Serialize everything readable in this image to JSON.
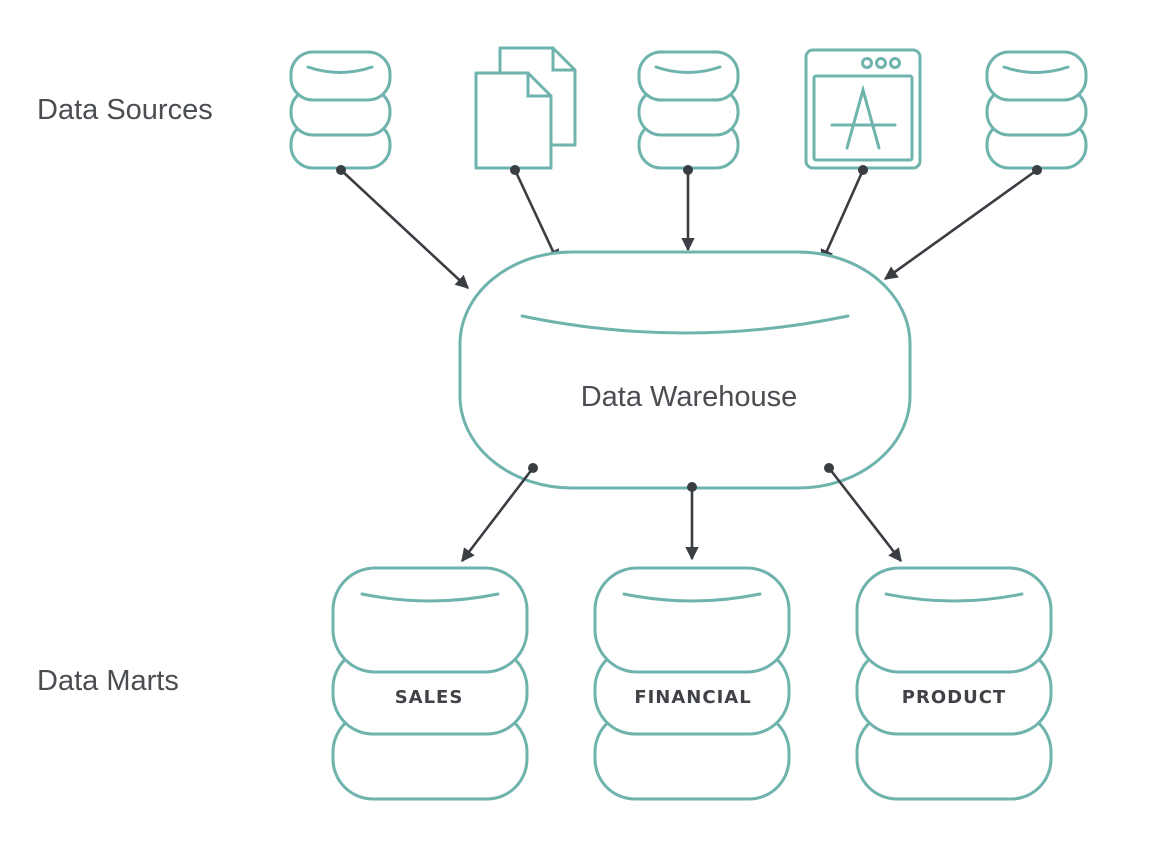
{
  "labels": {
    "sources": "Data Sources",
    "marts": "Data Marts"
  },
  "warehouse": {
    "label": "Data Warehouse"
  },
  "sources": [
    {
      "icon": "database-icon"
    },
    {
      "icon": "documents-icon"
    },
    {
      "icon": "database-icon"
    },
    {
      "icon": "application-window-icon"
    },
    {
      "icon": "database-icon"
    }
  ],
  "marts": [
    {
      "label": "SALES"
    },
    {
      "label": "FINANCIAL"
    },
    {
      "label": "PRODUCT"
    }
  ],
  "colors": {
    "outline": "#6fb3ad",
    "arrow": "#3a3d42",
    "text": "#4a4d52"
  }
}
